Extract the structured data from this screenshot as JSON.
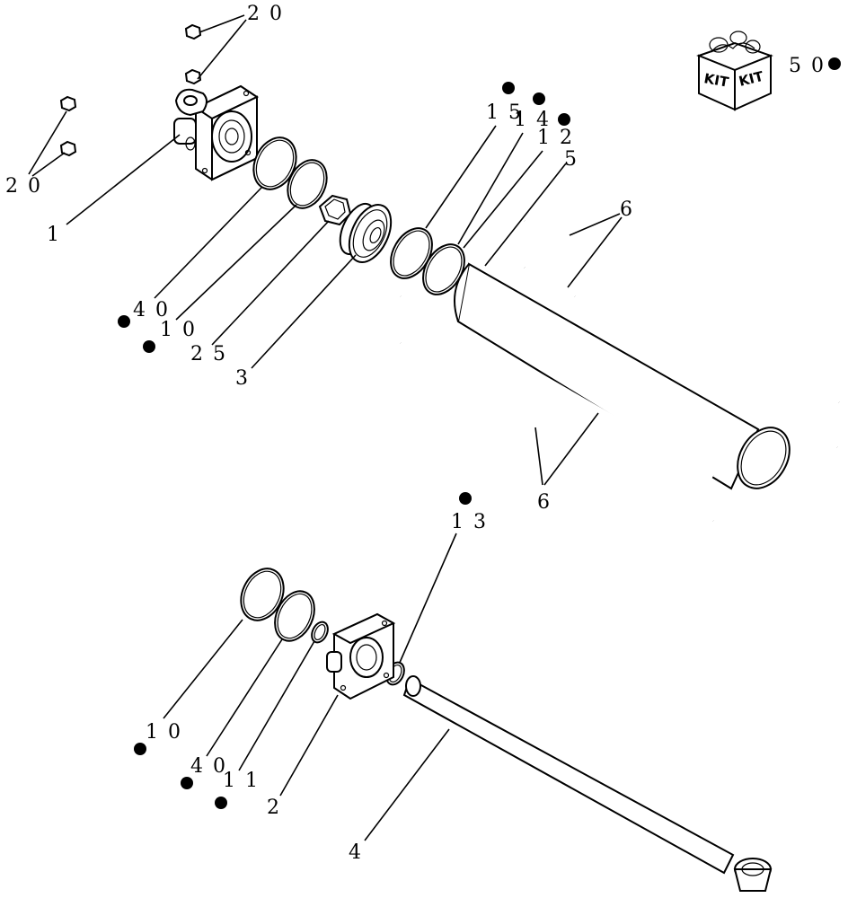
{
  "diagram": {
    "callouts": {
      "c1": "1",
      "c2": "2",
      "c3": "3",
      "c4": "4",
      "c5": "5",
      "c6_top": "6",
      "c6_bottom": "6",
      "c10_top": "1 0",
      "c10_bottom": "1 0",
      "c11": "1 1",
      "c12": "1 2",
      "c13": "1 3",
      "c14": "1 4",
      "c15": "1 5",
      "c20_top": "2 0",
      "c20_left": "2 0",
      "c25": "2 5",
      "c40_top": "4 0",
      "c40_bottom": "4 0",
      "c50": "5 0"
    },
    "kit_box": {
      "label_left": "KIT",
      "label_right": "KIT"
    }
  }
}
